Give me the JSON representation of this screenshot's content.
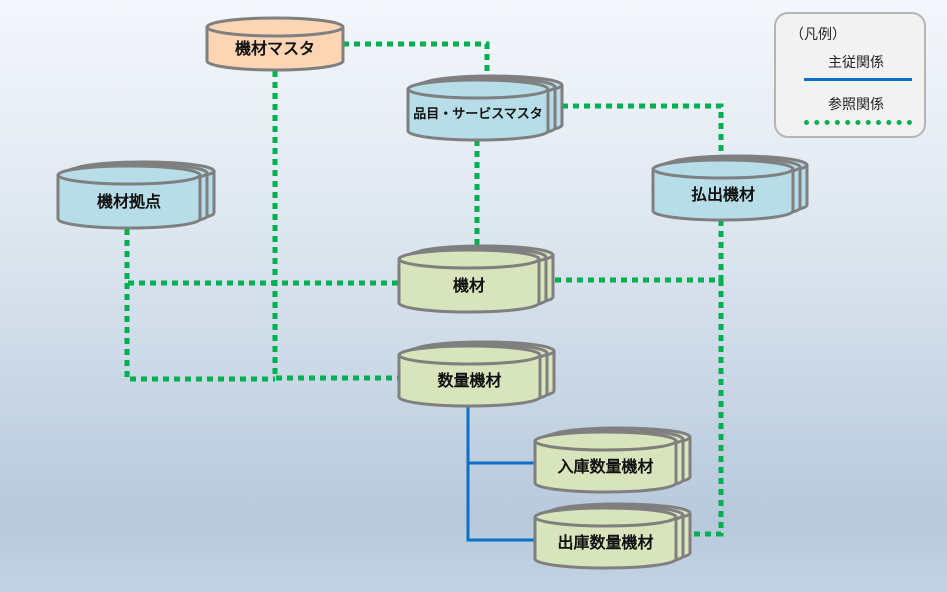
{
  "colors": {
    "reference_line": "#00b050",
    "master_line": "#0b70c6",
    "orange_fill": "#fcd5b5",
    "blue_fill": "#b7dee8",
    "green_fill": "#d8e4bc",
    "outline": "#7f7f7f"
  },
  "legend": {
    "title": "（凡例）",
    "solid_label": "主従関係",
    "dotted_label": "参照関係"
  },
  "nodes": {
    "kizai_master": {
      "label": "機材マスタ",
      "fill": "orange",
      "stacked": false
    },
    "hinmoku": {
      "label": "品目・サービスマスタ",
      "fill": "blue",
      "stacked": true
    },
    "kizai_kyoten": {
      "label": "機材拠点",
      "fill": "blue",
      "stacked": true
    },
    "haraidashi": {
      "label": "払出機材",
      "fill": "blue",
      "stacked": true
    },
    "kizai": {
      "label": "機材",
      "fill": "green",
      "stacked": true
    },
    "suryo_kizai": {
      "label": "数量機材",
      "fill": "green",
      "stacked": true
    },
    "nyuko": {
      "label": "入庫数量機材",
      "fill": "green",
      "stacked": true
    },
    "shukko": {
      "label": "出庫数量機材",
      "fill": "green",
      "stacked": true
    }
  },
  "relations": [
    {
      "from": "機材マスタ",
      "to": "品目・サービスマスタ",
      "type": "reference"
    },
    {
      "from": "品目・サービスマスタ",
      "to": "払出機材",
      "type": "reference"
    },
    {
      "from": "品目・サービスマスタ",
      "to": "機材",
      "type": "reference"
    },
    {
      "from": "機材拠点",
      "to": "機材",
      "type": "reference"
    },
    {
      "from": "機材拠点",
      "to": "数量機材",
      "type": "reference"
    },
    {
      "from": "機材マスタ",
      "to": "数量機材",
      "type": "reference"
    },
    {
      "from": "払出機材",
      "to": "機材",
      "type": "reference"
    },
    {
      "from": "払出機材",
      "to": "出庫数量機材",
      "type": "reference"
    },
    {
      "from": "数量機材",
      "to": "入庫数量機材",
      "type": "master-detail"
    },
    {
      "from": "数量機材",
      "to": "出庫数量機材",
      "type": "master-detail"
    }
  ]
}
